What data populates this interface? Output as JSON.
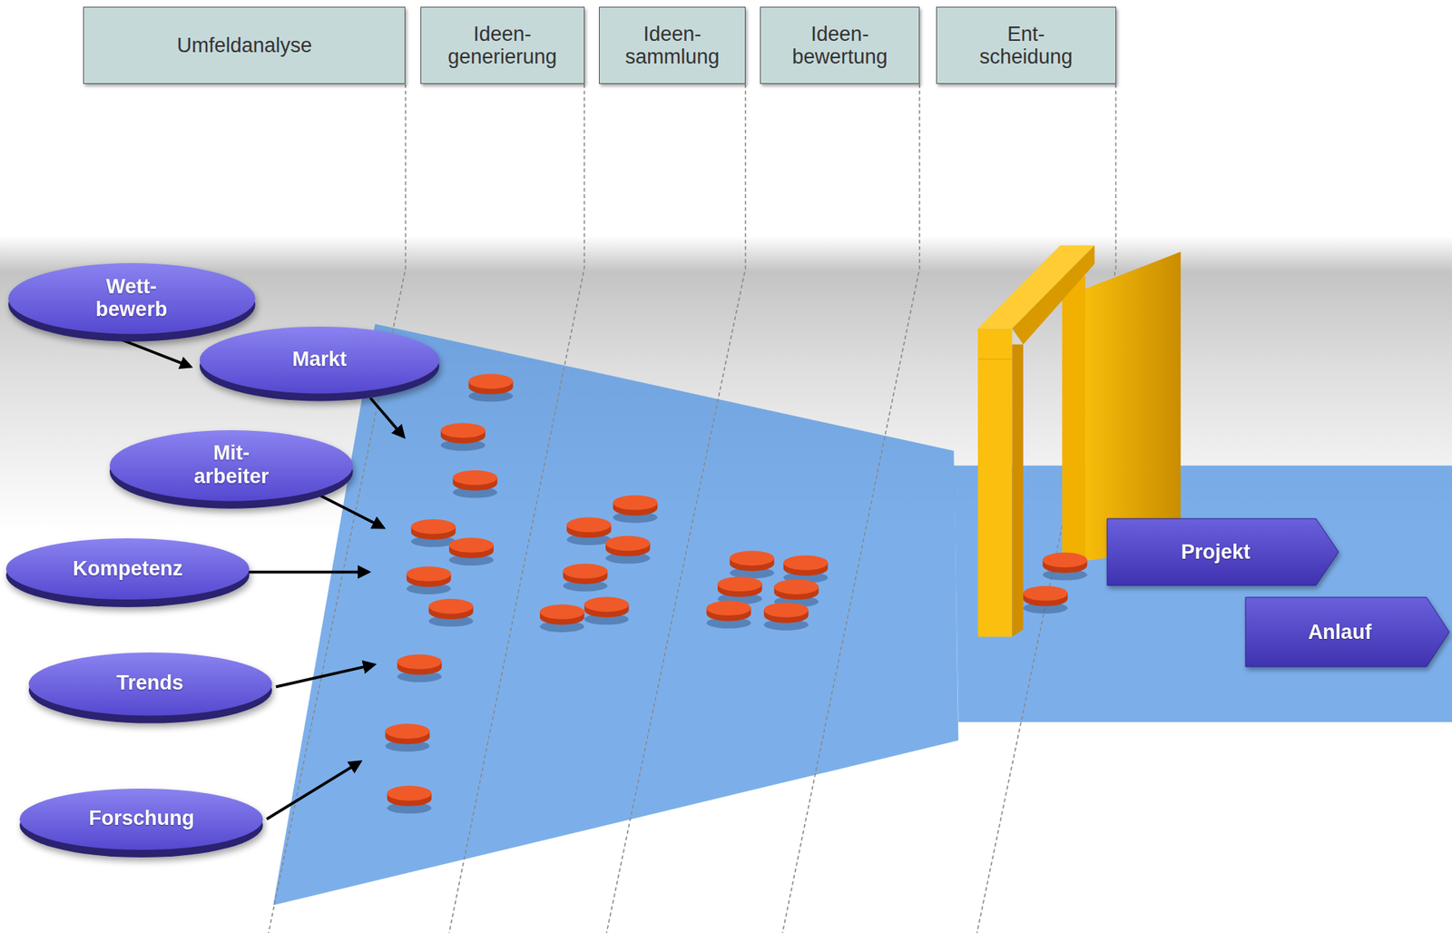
{
  "diagram": {
    "nodes": [
      {
        "text": [
          "Umfeldanalyse"
        ]
      },
      {
        "text": [
          "Ideen- generierung"
        ]
      },
      {
        "text": [
          "Ideen- sammlung"
        ]
      },
      {
        "text": [
          "Ideen- bewertung"
        ]
      },
      {
        "text": [
          "Ent- scheidung"
        ]
      },
      {
        "text": [
          "Wett- bewerb"
        ]
      },
      {
        "text": [
          "Markt"
        ]
      },
      {
        "text": [
          "Mit- arbeiter"
        ]
      },
      {
        "text": [
          "Kompetenz"
        ]
      },
      {
        "text": [
          "Trends"
        ]
      },
      {
        "text": [
          "Forschung"
        ]
      },
      {
        "text": [
          "Projekt"
        ]
      },
      {
        "text": [
          "Anlauf"
        ]
      }
    ],
    "edges": [
      {
        "from": 5,
        "to": 6,
        "arrow": "to"
      }
    ]
  }
}
